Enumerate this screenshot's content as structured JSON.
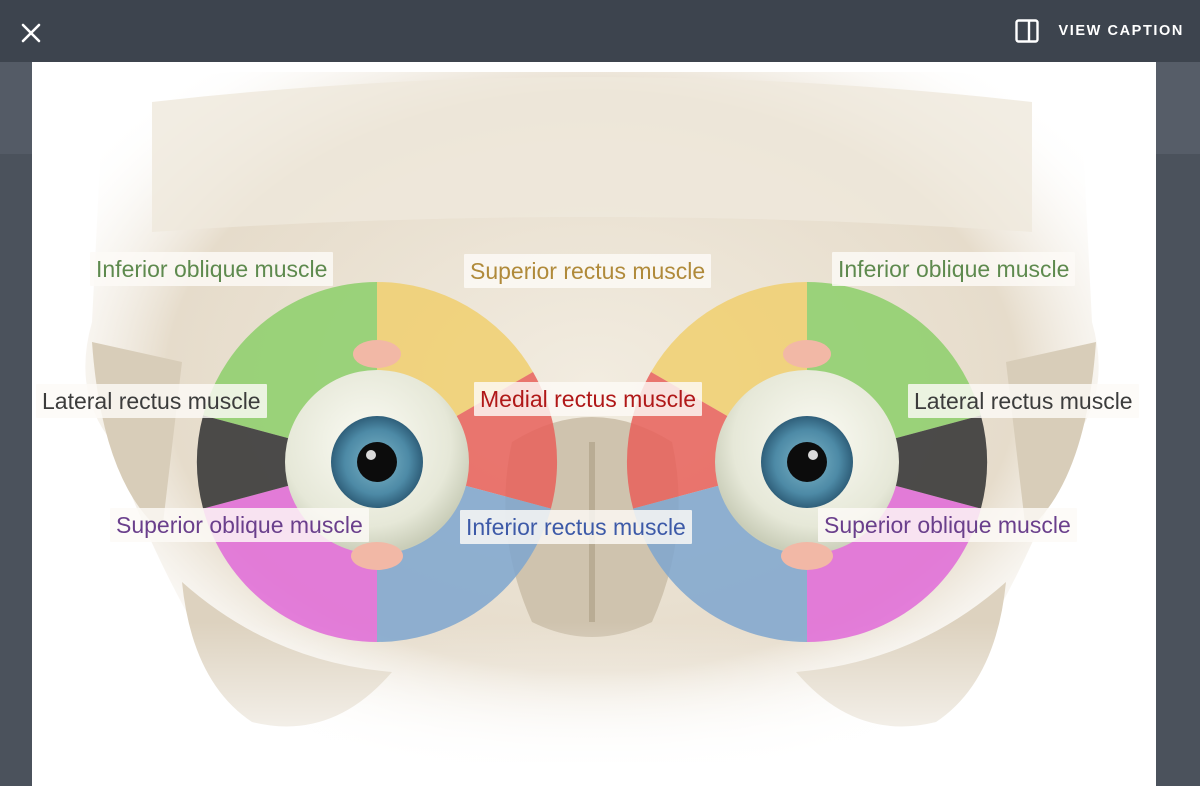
{
  "toolbar": {
    "close_icon": "close-icon",
    "caption_icon": "sidebar-panel-icon",
    "view_caption_label": "VIEW CAPTION"
  },
  "figure": {
    "labels": {
      "left_inferior_oblique": "Inferior oblique muscle",
      "superior_rectus": "Superior rectus muscle",
      "right_inferior_oblique": "Inferior oblique muscle",
      "left_lateral_rectus": "Lateral rectus muscle",
      "medial_rectus": "Medial rectus muscle",
      "right_lateral_rectus": "Lateral rectus muscle",
      "left_superior_oblique": "Superior oblique muscle",
      "inferior_rectus": "Inferior rectus muscle",
      "right_superior_oblique": "Superior oblique muscle"
    },
    "colors": {
      "inferior_oblique": "#8ccf6a",
      "superior_rectus": "#f0cf6e",
      "medial_rectus": "#e8605a",
      "lateral_rectus": "#3a3a3a",
      "superior_oblique": "#e06ad8",
      "inferior_rectus": "#7ea6cf",
      "inferior_oblique_text": "#5e8a4e",
      "superior_rectus_text": "#b08a3a",
      "medial_rectus_text": "#b01818",
      "lateral_rectus_text": "#3c3c3c",
      "superior_oblique_text": "#6a3f8c",
      "inferior_rectus_text": "#3d5aa8"
    }
  }
}
